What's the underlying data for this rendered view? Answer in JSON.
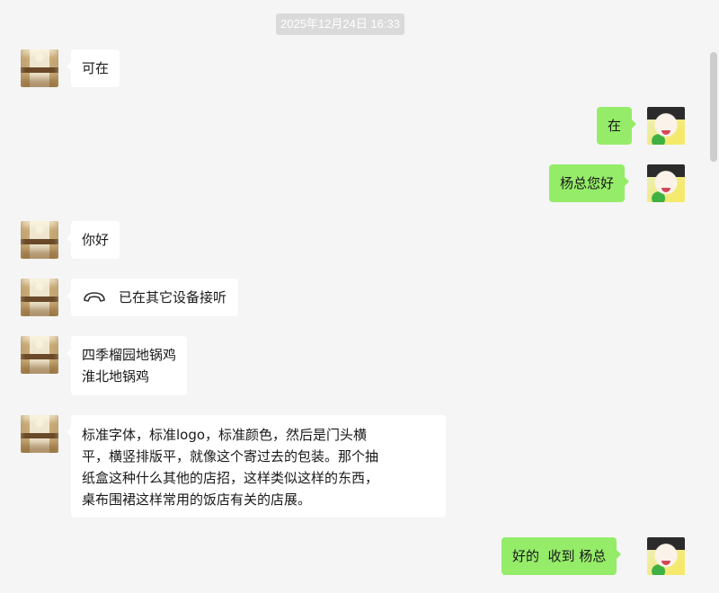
{
  "timestamp": "2025年12月24日 16:33",
  "messages": [
    {
      "side": "in",
      "avatar": "room-avatar",
      "text": "可在"
    },
    {
      "side": "out",
      "avatar": "girl-avatar",
      "text": "在"
    },
    {
      "side": "out",
      "avatar": "girl-avatar",
      "text": "杨总您好"
    },
    {
      "side": "in",
      "avatar": "room-avatar",
      "text": "你好"
    },
    {
      "side": "in",
      "avatar": "room-avatar",
      "type": "call",
      "icon": "phone-hangup-icon",
      "text": "已在其它设备接听"
    },
    {
      "side": "in",
      "avatar": "room-avatar",
      "text": "四季榴园地锅鸡\n淮北地锅鸡"
    },
    {
      "side": "in",
      "avatar": "room-avatar",
      "text": "标准字体，标准logo，标准颜色，然后是门头横\n平，横竖排版平，就像这个寄过去的包装。那个抽\n纸盒这种什么其他的店招，这样类似这样的东西，\n桌布围裙这样常用的饭店有关的店展。"
    },
    {
      "side": "out",
      "avatar": "girl-avatar",
      "text": "好的  收到 杨总"
    }
  ],
  "colors": {
    "background": "#f5f5f5",
    "incoming_bubble": "#ffffff",
    "outgoing_bubble": "#95ec69",
    "timestamp_bg": "#dadada",
    "scrollbar": "#cdcdcd"
  }
}
